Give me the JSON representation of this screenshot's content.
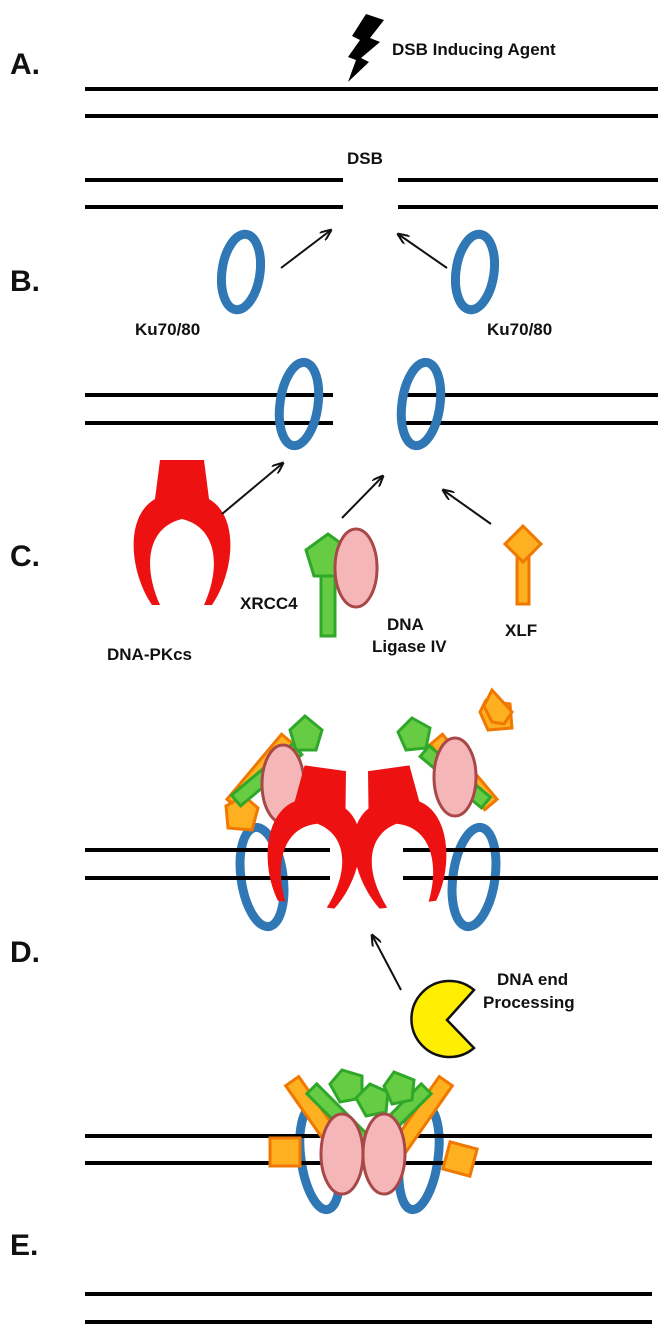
{
  "steps": {
    "a": "A.",
    "b": "B.",
    "c": "C.",
    "d": "D.",
    "e": "E."
  },
  "labels": {
    "dsb_agent": "DSB Inducing Agent",
    "dsb": "DSB",
    "ku_left": "Ku70/80",
    "ku_right": "Ku70/80",
    "xrcc4": "XRCC4",
    "ligase_line1": "DNA",
    "ligase_line2": "Ligase IV",
    "xlf": "XLF",
    "dna_pkcs": "DNA-PKcs",
    "processing_line1": "DNA end",
    "processing_line2": "Processing"
  },
  "colors": {
    "ku": "#2f78b5",
    "dna_pkcs": "#ee1111",
    "xrcc4_fill": "#66cc44",
    "xrcc4_stroke": "#2fa82a",
    "ligase_fill": "#f4b6b6",
    "ligase_stroke": "#a84848",
    "xlf_fill": "#ffb020",
    "xlf_stroke": "#f07800",
    "processing": "#ffee00",
    "dna": "#000000"
  }
}
